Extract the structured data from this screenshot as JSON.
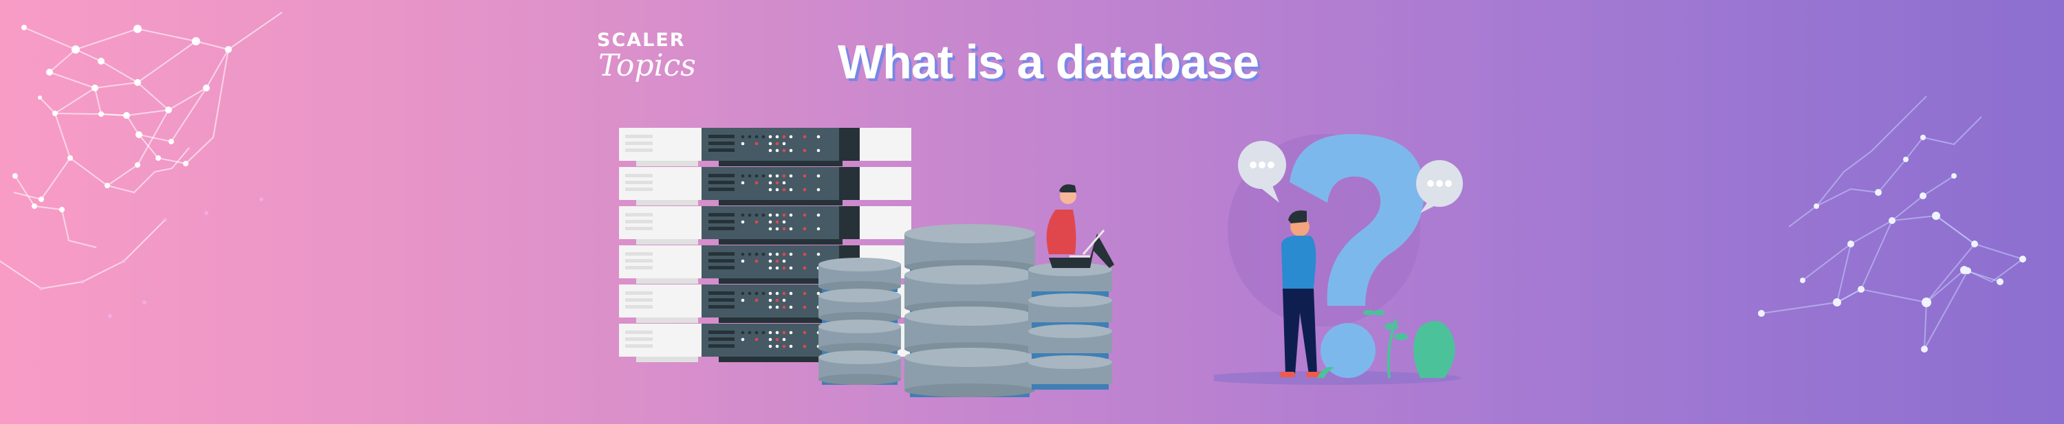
{
  "brand": {
    "logo_top": "SCALER",
    "logo_bottom": "Topics"
  },
  "header": {
    "title": "What is a database"
  },
  "colors": {
    "bg_left": "#f89cc6",
    "bg_right": "#8c6fd0",
    "title_shadow": "#7a86e6",
    "server_dark": "#455a64",
    "server_light": "#f3f3f3",
    "disk_gray": "#8c9eab",
    "disk_blue": "#3f7fb5",
    "question_blue": "#7db8ec",
    "shirt_red": "#e0474c",
    "shirt_blue": "#2a8bd0",
    "plant_green": "#4cc29a"
  },
  "illustrations": {
    "left": "server-rack-with-database-stacks",
    "right": "person-thinking-question-mark"
  }
}
